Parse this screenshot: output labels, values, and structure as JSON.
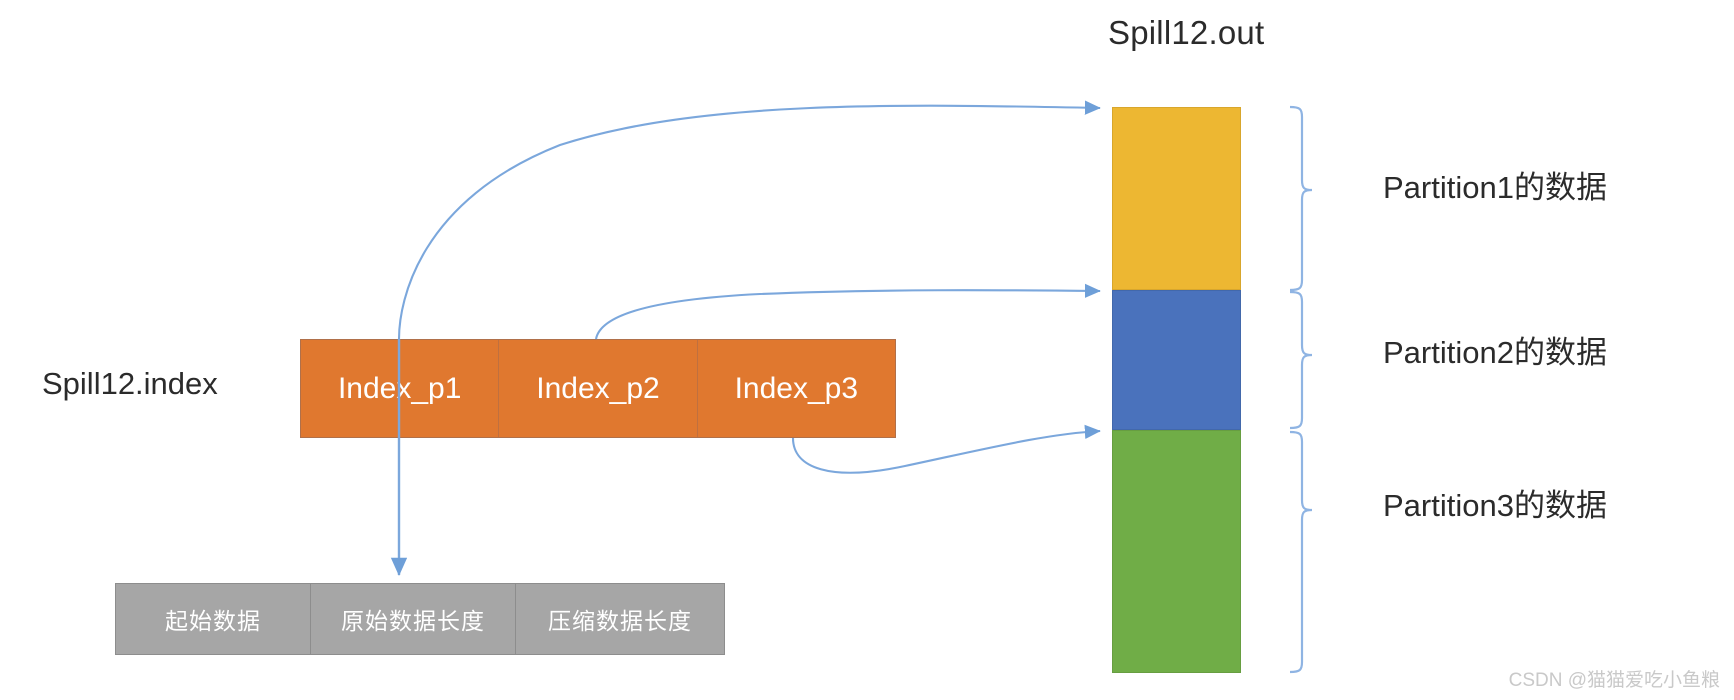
{
  "diagram": {
    "title_out": "Spill12.out",
    "label_index": "Spill12.index",
    "index_cells": [
      {
        "label": "Index_p1"
      },
      {
        "label": "Index_p2"
      },
      {
        "label": "Index_p3"
      }
    ],
    "detail_cells": [
      {
        "label": "起始数据"
      },
      {
        "label": "原始数据长度"
      },
      {
        "label": "压缩数据长度"
      }
    ],
    "partitions": [
      {
        "label": "Partition1的数据",
        "color": "#EDB732"
      },
      {
        "label": "Partition2的数据",
        "color": "#4A72BC"
      },
      {
        "label": "Partition3的数据",
        "color": "#70AD47"
      }
    ],
    "colors": {
      "index_box": "#E0782F",
      "detail_box": "#A6A6A6",
      "arrow": "#7BA7DC",
      "brace": "#8FB4E3",
      "text_dark": "#2b2b2b",
      "text_light": "#ffffff"
    },
    "watermark": "CSDN @猫猫爱吃小鱼粮"
  }
}
